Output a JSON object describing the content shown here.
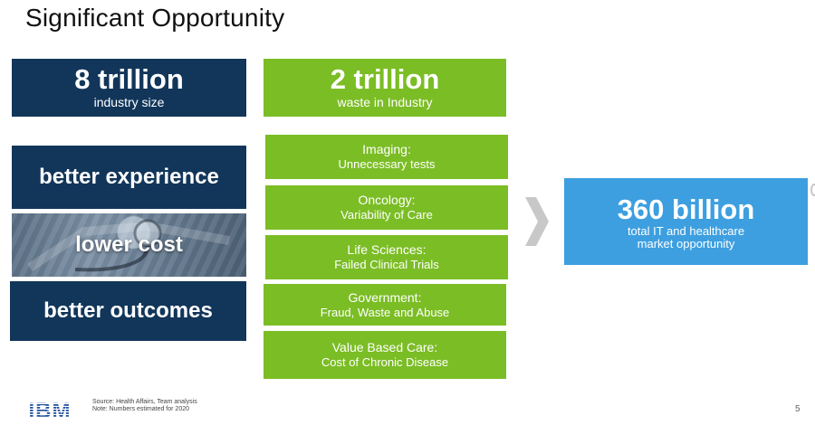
{
  "title": "Significant Opportunity",
  "industry": {
    "value": "8 trillion",
    "label": "industry size"
  },
  "waste": {
    "value": "2 trillion",
    "label": "waste in Industry"
  },
  "benefits": [
    "better experience",
    "lower cost",
    "better outcomes"
  ],
  "categories": [
    {
      "heading": "Imaging:",
      "detail": "Unnecessary tests"
    },
    {
      "heading": "Oncology:",
      "detail": "Variability of Care"
    },
    {
      "heading": "Life Sciences:",
      "detail": "Failed Clinical Trials"
    },
    {
      "heading": "Government:",
      "detail": "Fraud, Waste and Abuse"
    },
    {
      "heading": "Value Based Care:",
      "detail": "Cost of Chronic Disease"
    }
  ],
  "opportunity": {
    "value": "360 billion",
    "line1": "total IT and healthcare",
    "line2": "market opportunity"
  },
  "footer": {
    "logo": "IBM",
    "source": "Source: Health Affairs, Team analysis",
    "note": "Note: Numbers estimated for 2020",
    "page": "5"
  },
  "colors": {
    "navy": "#12365a",
    "green": "#7bbd25",
    "blue": "#3d9fe0",
    "chevron": "#c8c8c8"
  },
  "icons": [
    "chevron-right-icon",
    "stethoscope-photo",
    "ibm-logo"
  ]
}
